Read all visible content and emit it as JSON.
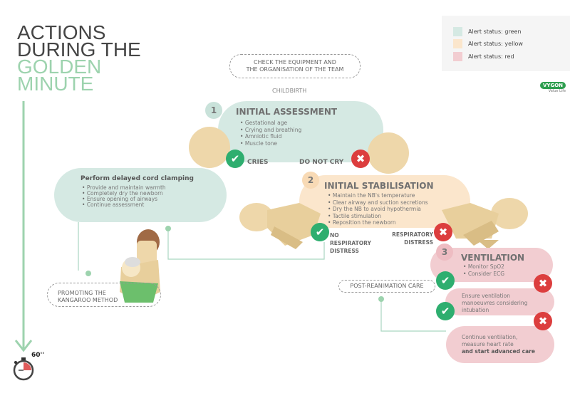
{
  "title": {
    "line1": "ACTIONS",
    "line2": "DURING THE",
    "line3": "GOLDEN",
    "line4": "MINUTE"
  },
  "legend": [
    {
      "label": "Alert status: green",
      "color": "#d5e9e3"
    },
    {
      "label": "Alert status: yellow",
      "color": "#fbe6cc"
    },
    {
      "label": "Alert status: red",
      "color": "#f2cdd1"
    }
  ],
  "logo": {
    "brand": "VYGON",
    "tagline": "Value Life"
  },
  "check_equipment": {
    "line1": "CHECK THE EQUIPMENT AND",
    "line2": "THE ORGANISATION OF THE TEAM"
  },
  "childbirth": "CHILDBIRTH",
  "step1": {
    "number": "1",
    "title": "INITIAL ASSESSMENT",
    "items": [
      "Gestational age",
      "Crying and breathing",
      "Amniotic fluid",
      "Muscle tone"
    ]
  },
  "cries": "CRIES",
  "do_not_cry": "DO NOT CRY",
  "cord": {
    "title": "Perform delayed cord clamping",
    "items": [
      "Provide and maintain warmth",
      "Completely dry the newborn",
      "Ensure opening of airways",
      "Continue assessment"
    ]
  },
  "step2": {
    "number": "2",
    "title": "INITIAL STABILISATION",
    "items": [
      "Maintain the NB's temperature",
      "Clear airway and suction secretions",
      "Dry the NB to avoid hypothermia",
      "Tactile stimulation",
      "Reposition the newborn"
    ]
  },
  "no_resp": {
    "line1": "NO",
    "line2": "RESPIRATORY",
    "line3": "DISTRESS"
  },
  "resp": {
    "line1": "RESPIRATORY",
    "line2": "DISTRESS"
  },
  "step3": {
    "number": "3",
    "title": "VENTILATION",
    "items": [
      "Monitor SpO2",
      "Consider ECG"
    ]
  },
  "ensure": {
    "line1": "Ensure ventilation",
    "line2": "manoeuvres considering",
    "line3": "intubation"
  },
  "continue": {
    "line1": "Continue ventilation,",
    "line2": "measure heart rate",
    "line3": "and start advanced care"
  },
  "post": "POST-REANIMATION CARE",
  "kangaroo": {
    "line1": "PROMOTING THE",
    "line2": "KANGAROO METHOD"
  },
  "timer": "60''"
}
